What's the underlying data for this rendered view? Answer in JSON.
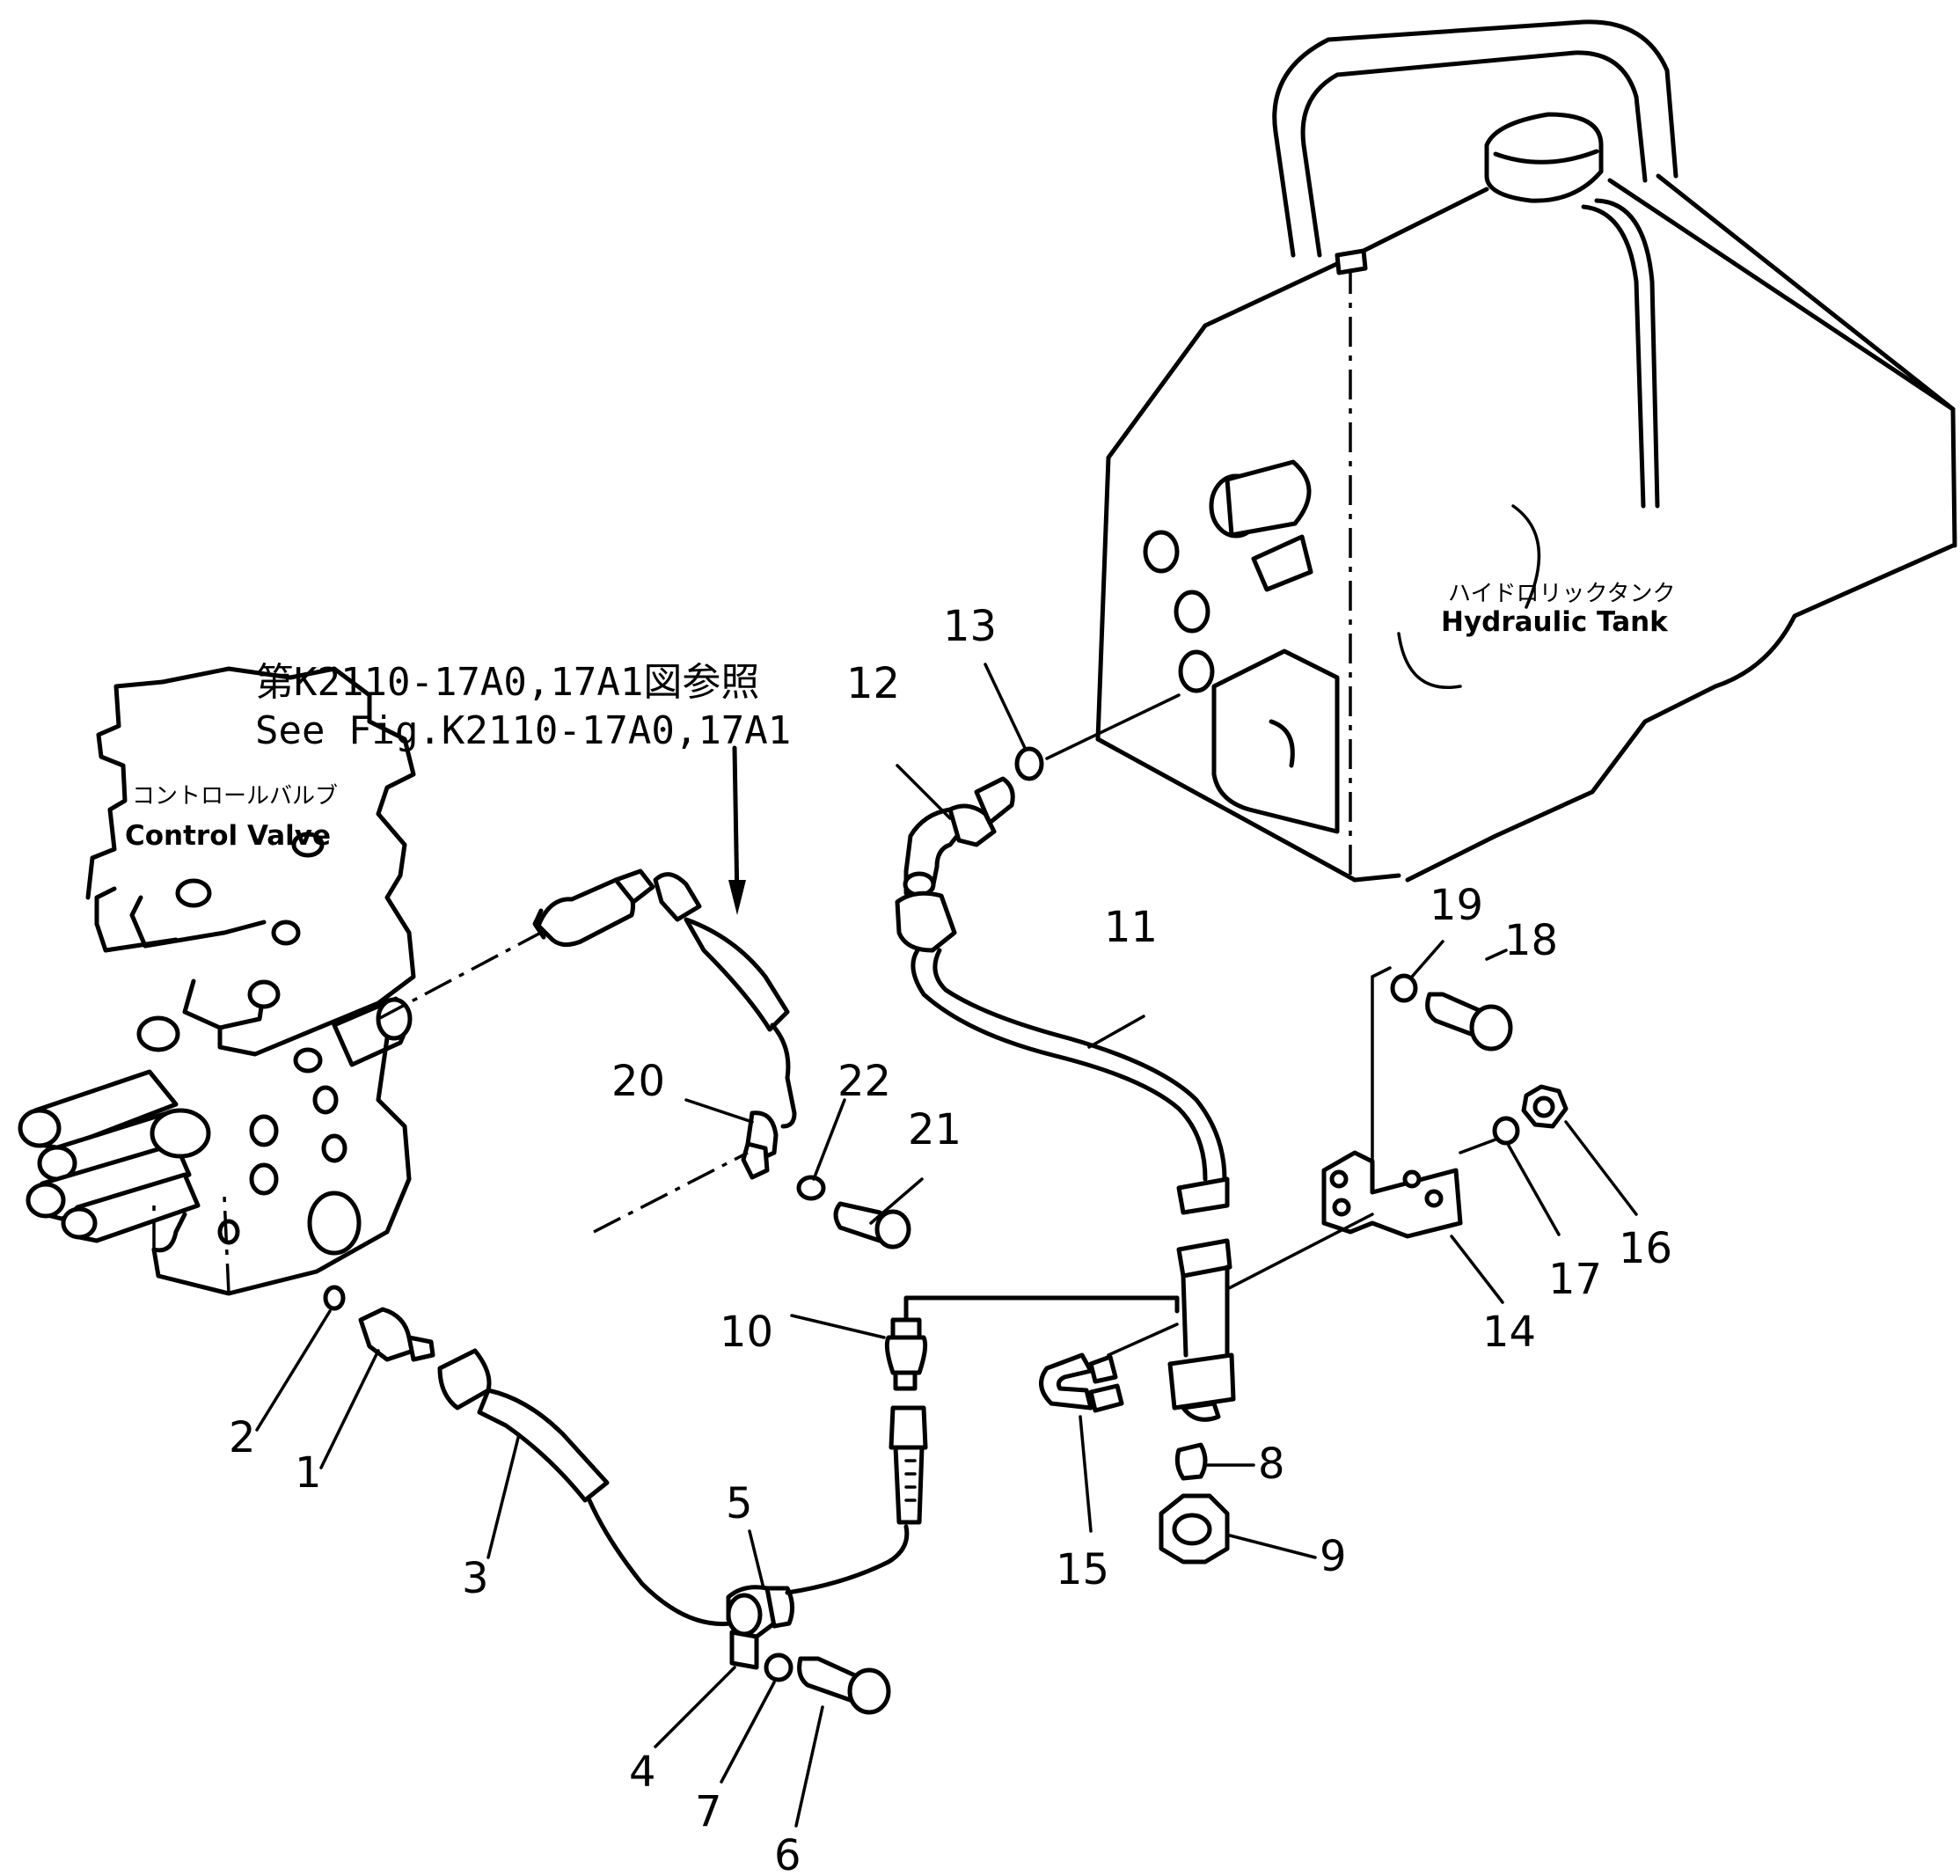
{
  "labels": {
    "control_valve_jp": "コントロールバルブ",
    "control_valve_en": "Control  Valve",
    "hydraulic_tank_jp": "ハイドロリックタンク",
    "hydraulic_tank_en": "Hydraulic  Tank",
    "reference_jp": "第K2110-17A0,17A1図参照",
    "reference_en": "See Fig.K2110-17A0,17A1"
  },
  "part_numbers": {
    "p1": "1",
    "p2": "2",
    "p3": "3",
    "p4": "4",
    "p5": "5",
    "p6": "6",
    "p7": "7",
    "p8": "8",
    "p9": "9",
    "p10": "10",
    "p11": "11",
    "p12": "12",
    "p13": "13",
    "p14": "14",
    "p15": "15",
    "p16": "16",
    "p17": "17",
    "p18": "18",
    "p19": "19",
    "p20": "20",
    "p21": "21",
    "p22": "22"
  }
}
